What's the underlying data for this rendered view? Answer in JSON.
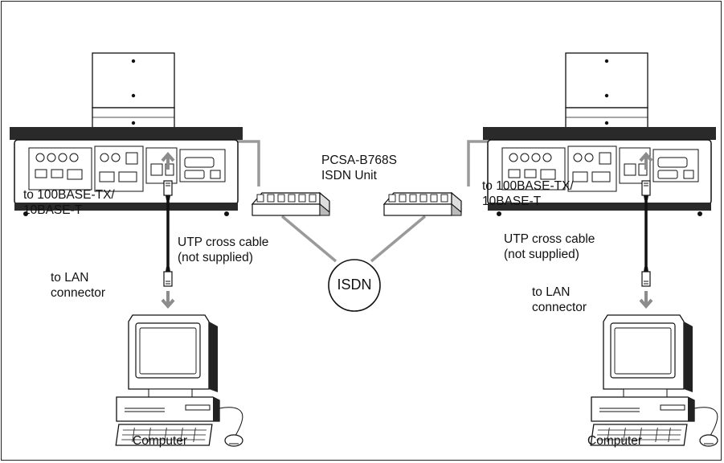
{
  "labels": {
    "left_lan_port": [
      "to 100BASE-TX/",
      "10BASE-T"
    ],
    "left_cable": [
      "UTP cross cable",
      "(not supplied)"
    ],
    "left_lan_connector": [
      "to LAN",
      "connector"
    ],
    "left_computer": "Computer",
    "isdn_unit": [
      "PCSA-B768S",
      "ISDN Unit"
    ],
    "right_lan_port": [
      "to 100BASE-TX/",
      "10BASE-T"
    ],
    "right_cable": [
      "UTP cross cable",
      "(not supplied)"
    ],
    "right_lan_connector": [
      "to LAN",
      "connector"
    ],
    "right_computer": "Computer",
    "isdn_network": "ISDN"
  },
  "colors": {
    "line": "#111111",
    "link": "#9a9a9a",
    "arrow": "#8c8c8c",
    "fill": "#ffffff"
  },
  "icons": [
    "codec-unit-icon",
    "hub-icon",
    "computer-icon",
    "rj45-plug-icon"
  ]
}
